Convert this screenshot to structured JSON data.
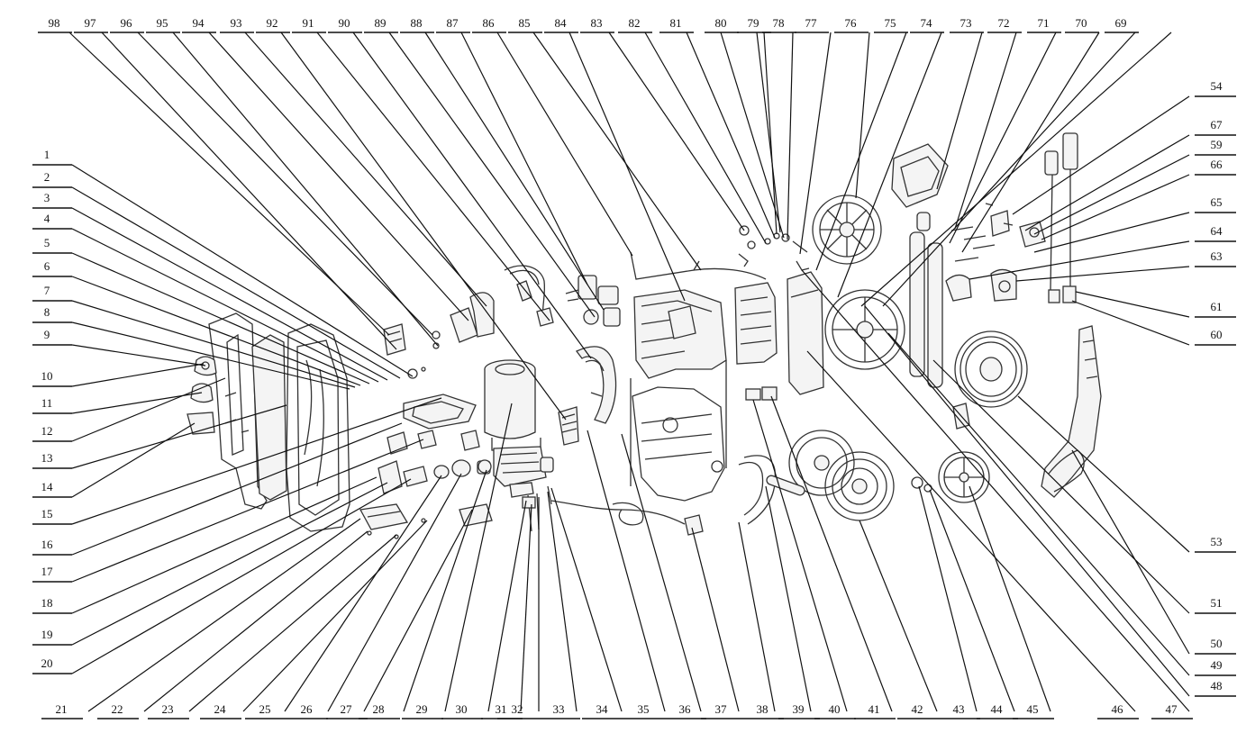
{
  "diagram": {
    "labels_top": [
      "98",
      "97",
      "96",
      "95",
      "94",
      "93",
      "92",
      "91",
      "90",
      "89",
      "88",
      "87",
      "86",
      "85",
      "84",
      "83",
      "82",
      "81",
      "80",
      "79",
      "78",
      "77",
      "76",
      "75",
      "74",
      "73",
      "72",
      "71",
      "70",
      "69"
    ],
    "labels_left": [
      "1",
      "2",
      "3",
      "4",
      "5",
      "6",
      "7",
      "8",
      "9",
      "10",
      "11",
      "12",
      "13",
      "14",
      "15",
      "16",
      "17",
      "18",
      "19",
      "20"
    ],
    "labels_bottom": [
      "21",
      "22",
      "23",
      "24",
      "25",
      "26",
      "27",
      "28",
      "29",
      "30",
      "31",
      "32",
      "33",
      "34",
      "35",
      "36",
      "37",
      "38",
      "39",
      "40",
      "41",
      "42",
      "43",
      "44",
      "45",
      "46",
      "47"
    ],
    "labels_right": [
      "54",
      "67",
      "59",
      "66",
      "65",
      "64",
      "63",
      "61",
      "60",
      "53",
      "51",
      "50",
      "49",
      "48"
    ]
  }
}
